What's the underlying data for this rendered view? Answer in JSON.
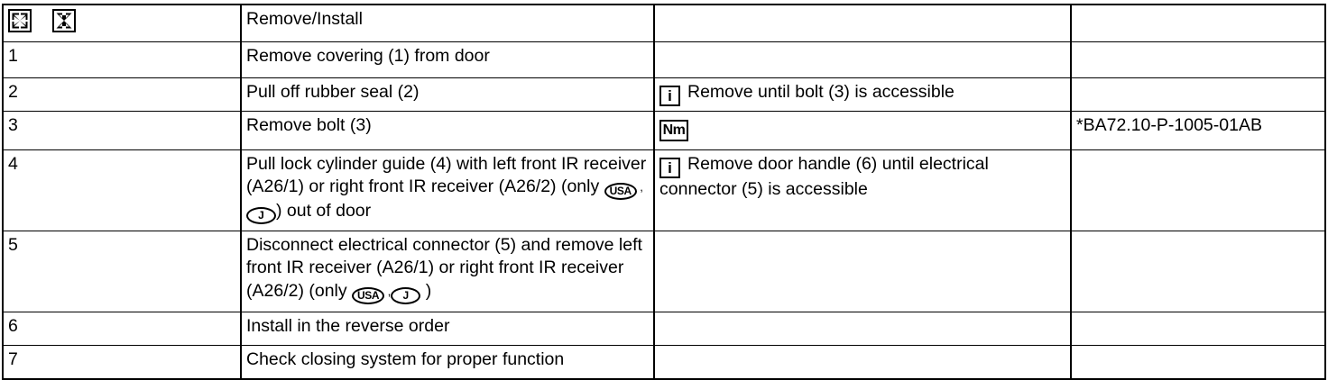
{
  "document": {
    "type": "service-procedure-table",
    "title": "Remove/Install"
  },
  "columns": {
    "step": "",
    "description": "",
    "note": "",
    "reference": ""
  },
  "header": {
    "expand_icon": "expand-arrows-icon",
    "collapse_icon": "collapse-arrows-icon",
    "title": "Remove/Install",
    "note": "",
    "reference": ""
  },
  "icons": {
    "info": "i",
    "torque": "Nm",
    "usa": "USA",
    "japan": "J"
  },
  "rows": [
    {
      "step": "1",
      "description": "Remove covering (1) from door",
      "note": "",
      "reference": ""
    },
    {
      "step": "2",
      "description": "Pull off rubber seal (2)",
      "note": "Remove until bolt (3) is   accessible",
      "note_icon": "info-icon",
      "reference": ""
    },
    {
      "step": "3",
      "description": "Remove bolt (3)",
      "note": "",
      "note_icon": "torque-icon",
      "reference": "*BA72.10-P-1005-01AB"
    },
    {
      "step": "4",
      "description_parts": {
        "a": "Pull lock cylinder guide (4) with left front IR receiver (A26/1) or right front IR receiver (A26/2) (only ",
        "b": " , ",
        "c": ") out of door"
      },
      "description": "Pull lock cylinder guide (4) with left front IR receiver (A26/1) or right front IR receiver (A26/2) (only USA , J) out of door",
      "note": "Remove door handle (6) until electrical connector (5) is accessible",
      "note_icon": "info-icon",
      "reference": ""
    },
    {
      "step": "5",
      "description_parts": {
        "a": "Disconnect electrical connector (5) and remove left front IR receiver (A26/1) or right front IR receiver (A26/2) (only ",
        "b": " ,",
        "c": " )"
      },
      "description": "Disconnect electrical connector (5) and remove left front IR receiver (A26/1) or right front IR receiver (A26/2) (only USA , J )",
      "note": "",
      "reference": ""
    },
    {
      "step": "6",
      "description": "Install in the reverse order",
      "note": "",
      "reference": ""
    },
    {
      "step": "7",
      "description": "Check closing system for proper function",
      "note": "",
      "reference": ""
    }
  ]
}
